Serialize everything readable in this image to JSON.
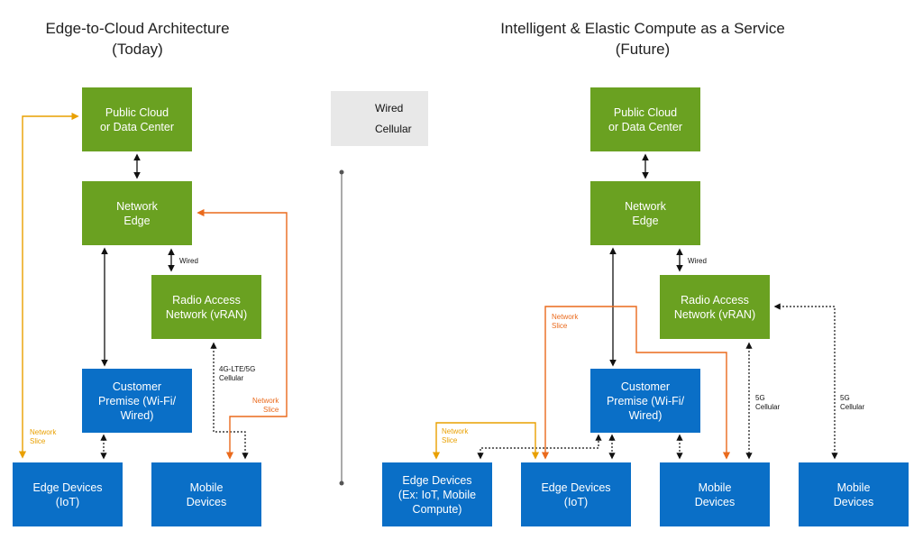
{
  "left": {
    "title_line1": "Edge-to-Cloud Architecture",
    "title_line2": "(Today)",
    "boxes": {
      "cloud": [
        "Public Cloud",
        "or Data Center"
      ],
      "edge": [
        "Network",
        "Edge"
      ],
      "ran": [
        "Radio Access",
        "Network (vRAN)"
      ],
      "premise": [
        "Customer",
        "Premise (Wi-Fi/",
        "Wired)"
      ],
      "iot": [
        "Edge Devices",
        "(IoT)"
      ],
      "mobile": [
        "Mobile",
        "Devices"
      ]
    },
    "labels": {
      "wired": "Wired",
      "cellular_1": "4G-LTE/5G",
      "cellular_2": "Cellular",
      "slice_orange_1": "Network",
      "slice_orange_2": "Slice",
      "slice_yellow_1": "Network",
      "slice_yellow_2": "Slice"
    }
  },
  "right": {
    "title_line1": "Intelligent & Elastic Compute as a Service",
    "title_line2": "(Future)",
    "boxes": {
      "cloud": [
        "Public Cloud",
        "or Data Center"
      ],
      "edge": [
        "Network",
        "Edge"
      ],
      "ran": [
        "Radio Access",
        "Network (vRAN)"
      ],
      "premise": [
        "Customer",
        "Premise (Wi-Fi/",
        "Wired)"
      ],
      "edge_compute": [
        "Edge Devices",
        "(Ex: IoT, Mobile",
        "Compute)"
      ],
      "iot": [
        "Edge Devices",
        "(IoT)"
      ],
      "mobile": [
        "Mobile",
        "Devices"
      ],
      "mobile2": [
        "Mobile",
        "Devices"
      ]
    },
    "labels": {
      "wired": "Wired",
      "slice_orange_1": "Network",
      "slice_orange_2": "Slice",
      "slice_yellow_1": "Network",
      "slice_yellow_2": "Slice",
      "cell5g_a_1": "5G",
      "cell5g_a_2": "Cellular",
      "cell5g_b_1": "5G",
      "cell5g_b_2": "Cellular"
    }
  },
  "legend": {
    "wired": "Wired",
    "cellular": "Cellular"
  },
  "colors": {
    "green": "#6aa121",
    "blue": "#0a6fc7",
    "orange": "#ea6a1c",
    "yellow": "#e9a000"
  }
}
